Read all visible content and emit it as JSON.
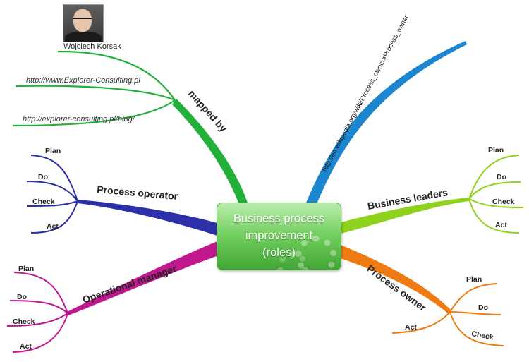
{
  "center": {
    "title": "Business process\nimprovement\n(roles)"
  },
  "branches": {
    "mapped_by": {
      "label": "mapped by",
      "color": "#22b03a",
      "items": [
        "Wojciech Korsak",
        "http://www.Explorer-Consulting.pl",
        "http://explorer-consulting.pl/blog/"
      ]
    },
    "wiki_link": {
      "label": "http://en.wikipedia.org/wiki/Process_owner#Process_owner",
      "color": "#1c86d0"
    },
    "process_operator": {
      "label": "Process operator",
      "color": "#2b2fa8",
      "items": [
        "Plan",
        "Do",
        "Check",
        "Act"
      ]
    },
    "business_leaders": {
      "label": "Business leaders",
      "color": "#8fd21d",
      "items": [
        "Plan",
        "Do",
        "Check",
        "Act"
      ]
    },
    "operational_manager": {
      "label": "Operational manager",
      "color": "#c1178f",
      "items": [
        "Plan",
        "Do",
        "Check",
        "Act"
      ]
    },
    "process_owner": {
      "label": "Process owner",
      "color": "#f07a12",
      "items": [
        "Plan",
        "Do",
        "Check",
        "Act"
      ]
    }
  }
}
